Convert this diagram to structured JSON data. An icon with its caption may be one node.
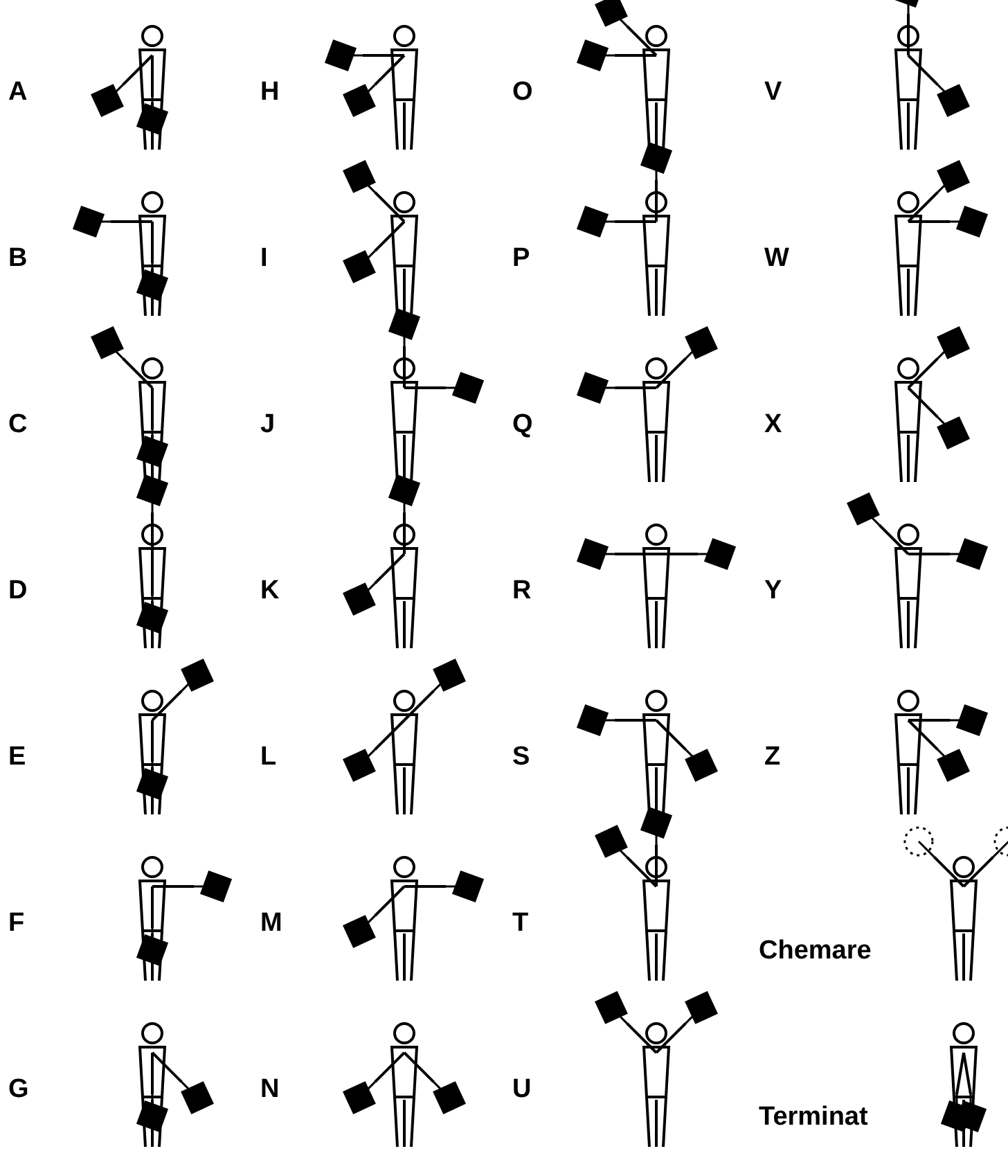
{
  "diagram": {
    "labels": [
      "A",
      "H",
      "O",
      "V",
      "B",
      "I",
      "P",
      "W",
      "C",
      "J",
      "Q",
      "X",
      "D",
      "K",
      "R",
      "Y",
      "E",
      "L",
      "S",
      "Z",
      "F",
      "M",
      "T",
      "Chemare",
      "G",
      "N",
      "U",
      "Terminat"
    ]
  }
}
